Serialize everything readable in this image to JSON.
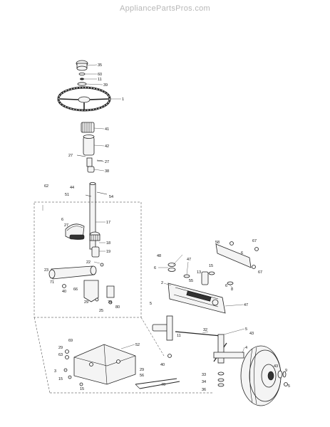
{
  "watermark": "AppliancePartsPros.com",
  "callouts": [
    {
      "id": "c35",
      "text": "35"
    },
    {
      "id": "c60",
      "text": "60"
    },
    {
      "id": "c11a",
      "text": "11"
    },
    {
      "id": "c39",
      "text": "39"
    },
    {
      "id": "c1",
      "text": "1"
    },
    {
      "id": "c41",
      "text": "41"
    },
    {
      "id": "c42",
      "text": "42"
    },
    {
      "id": "c27a",
      "text": "27"
    },
    {
      "id": "c27b",
      "text": "27"
    },
    {
      "id": "c38",
      "text": "38"
    },
    {
      "id": "c44",
      "text": "44"
    },
    {
      "id": "c51",
      "text": "51"
    },
    {
      "id": "c54",
      "text": "54"
    },
    {
      "id": "c62",
      "text": "62"
    },
    {
      "id": "c6a",
      "text": "6"
    },
    {
      "id": "c27c",
      "text": "27"
    },
    {
      "id": "c17",
      "text": "17"
    },
    {
      "id": "c18",
      "text": "18"
    },
    {
      "id": "c19",
      "text": "19"
    },
    {
      "id": "c22",
      "text": "22"
    },
    {
      "id": "c23",
      "text": "23"
    },
    {
      "id": "c71",
      "text": "71"
    },
    {
      "id": "c40",
      "text": "40"
    },
    {
      "id": "c66",
      "text": "66"
    },
    {
      "id": "c29a",
      "text": "29"
    },
    {
      "id": "c25",
      "text": "25"
    },
    {
      "id": "c79",
      "text": "79"
    },
    {
      "id": "c80",
      "text": "80"
    },
    {
      "id": "c48",
      "text": "48"
    },
    {
      "id": "c6b",
      "text": "6"
    },
    {
      "id": "c47a",
      "text": "47"
    },
    {
      "id": "c55",
      "text": "55"
    },
    {
      "id": "c13",
      "text": "13"
    },
    {
      "id": "c15a",
      "text": "15"
    },
    {
      "id": "c58",
      "text": "58"
    },
    {
      "id": "c67a",
      "text": "67"
    },
    {
      "id": "c6c",
      "text": "6"
    },
    {
      "id": "c67b",
      "text": "67"
    },
    {
      "id": "c2",
      "text": "2"
    },
    {
      "id": "c5a",
      "text": "5"
    },
    {
      "id": "c6d",
      "text": "6"
    },
    {
      "id": "c8",
      "text": "8"
    },
    {
      "id": "c47b",
      "text": "47"
    },
    {
      "id": "c11b",
      "text": "11"
    },
    {
      "id": "c32",
      "text": "32"
    },
    {
      "id": "c5b",
      "text": "5"
    },
    {
      "id": "c4",
      "text": "4"
    },
    {
      "id": "c69",
      "text": "69"
    },
    {
      "id": "c29b",
      "text": "29"
    },
    {
      "id": "c63",
      "text": "63"
    },
    {
      "id": "c52",
      "text": "52"
    },
    {
      "id": "c29c",
      "text": "29"
    },
    {
      "id": "c56",
      "text": "56"
    },
    {
      "id": "c40b",
      "text": "40"
    },
    {
      "id": "c3",
      "text": "3"
    },
    {
      "id": "c15b",
      "text": "15"
    },
    {
      "id": "c15c",
      "text": "15"
    },
    {
      "id": "c70",
      "text": "70"
    },
    {
      "id": "c33",
      "text": "33"
    },
    {
      "id": "c34",
      "text": "34"
    },
    {
      "id": "c36",
      "text": "36"
    },
    {
      "id": "c43a",
      "text": "43"
    },
    {
      "id": "c43b",
      "text": "43"
    },
    {
      "id": "c9",
      "text": "9"
    },
    {
      "id": "c5c",
      "text": "5"
    }
  ]
}
